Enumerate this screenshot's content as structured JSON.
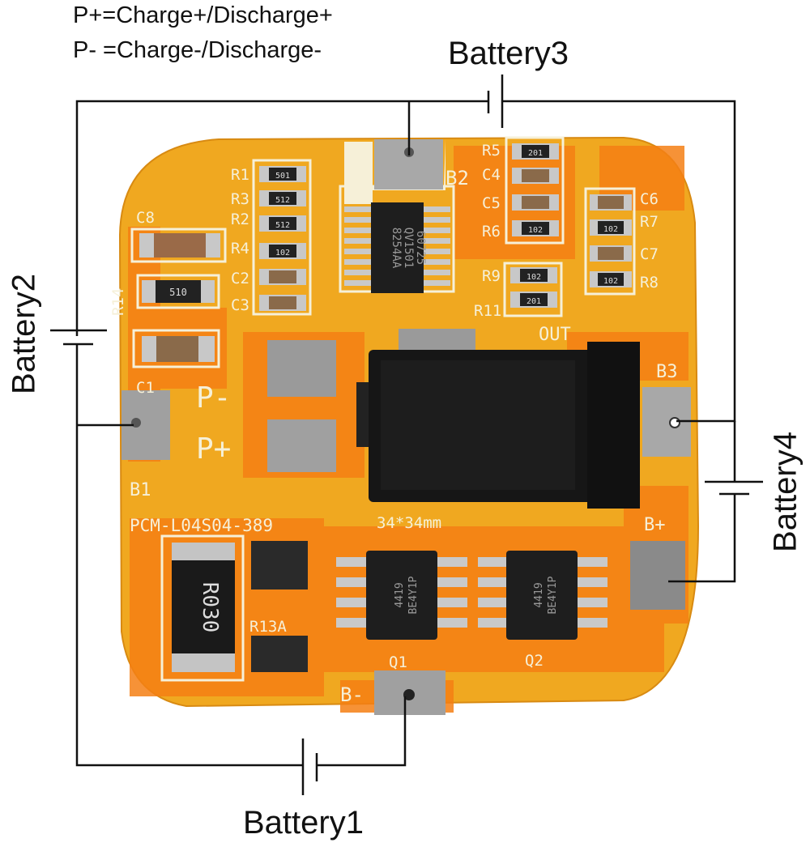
{
  "legend": {
    "p_plus": "P+=Charge+/Discharge+",
    "p_minus": "P- =Charge-/Discharge-"
  },
  "batteries": {
    "battery1": "Battery1",
    "battery2": "Battery2",
    "battery3": "Battery3",
    "battery4": "Battery4"
  },
  "board": {
    "model": "PCM-L04S04-389",
    "size": "34*34mm",
    "pads": {
      "b1": "B1",
      "b2": "B2",
      "b3": "B3",
      "b_plus": "B+",
      "b_minus": "B-",
      "p_minus": "P-",
      "p_plus": "P+",
      "out": "OUT"
    },
    "refs": {
      "r1": "R1",
      "r2": "R2",
      "r3": "R3",
      "r4": "R4",
      "r5": "R5",
      "r6": "R6",
      "r7": "R7",
      "r8": "R8",
      "r9": "R9",
      "r11": "R11",
      "r13a": "R13A",
      "r14": "R14",
      "c1": "C1",
      "c2": "C2",
      "c3": "C3",
      "c4": "C4",
      "c5": "C5",
      "c6": "C6",
      "c7": "C7",
      "c8": "C8",
      "q1": "Q1",
      "q2": "Q2"
    },
    "chips": {
      "ic_line1": "8254AA",
      "ic_line2": "QV1501",
      "ic_line3": "60725",
      "mos1_line1": "4419",
      "mos1_line2": "BE4Y1P",
      "mos2_line1": "4419",
      "mos2_line2": "BE4Y1P",
      "shunt": "R030"
    },
    "resistor_codes": {
      "r1": "501",
      "r3": "512",
      "r2": "512",
      "r4": "102",
      "r5": "201",
      "r6": "102",
      "r7": "102",
      "r8": "102",
      "r9": "102",
      "r11": "201",
      "r14": "510"
    },
    "colors": {
      "pcb": "#f0a820",
      "trace": "#f57f14",
      "silk": "#f6f0d8",
      "pad": "#9a9a9a"
    }
  }
}
